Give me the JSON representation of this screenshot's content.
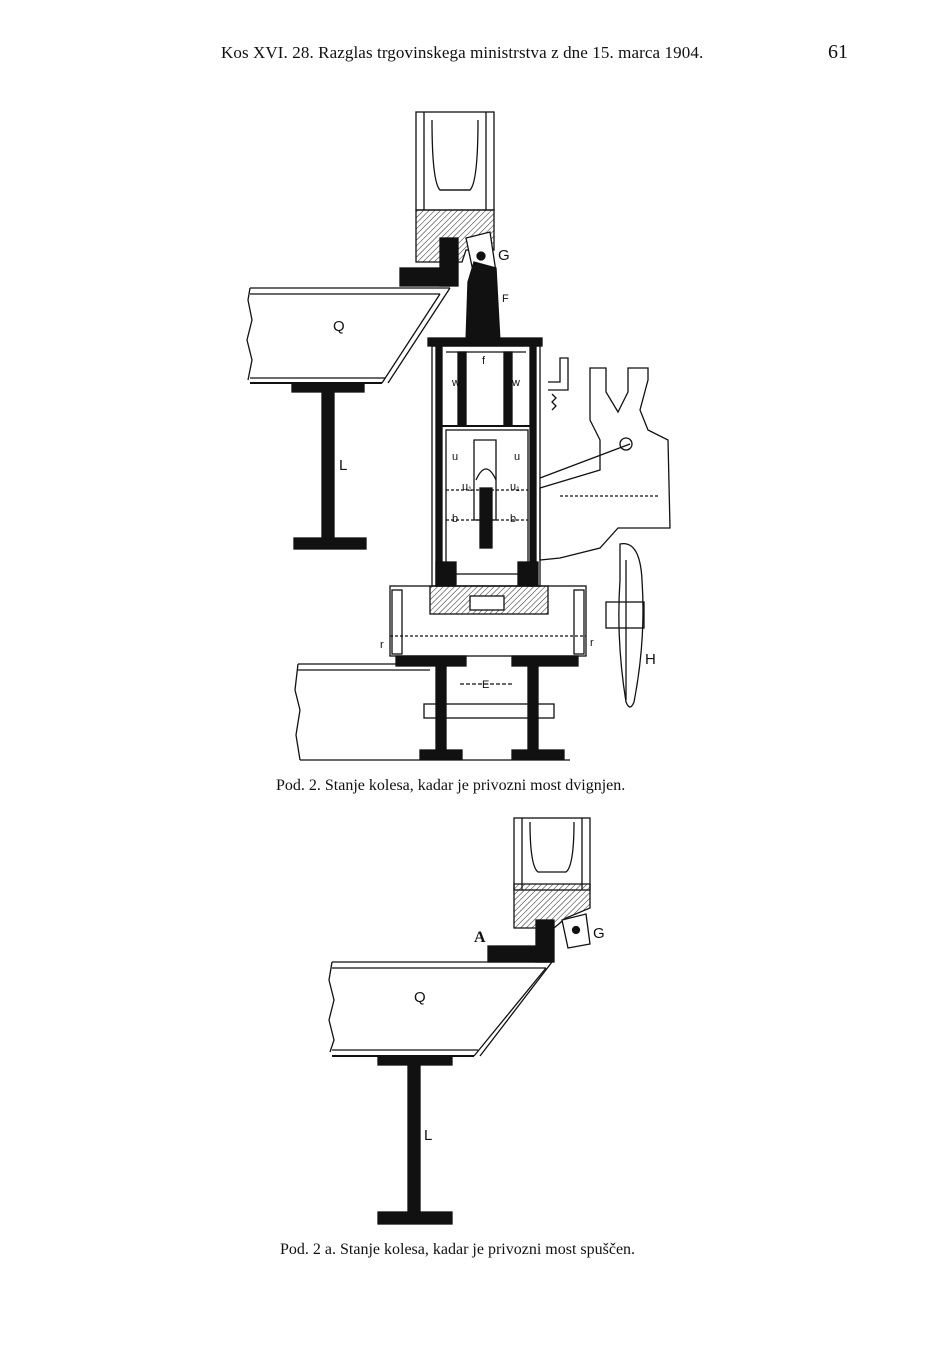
{
  "header": {
    "running_title": "Kos XVI. 28. Razglas trgovinskega ministrstva z dne 15. marca 1904.",
    "page_number": "61"
  },
  "figure1": {
    "caption_prefix": "Pod. 2.",
    "caption_text": "Stanje kolesa, kadar je privozni most dvignjen.",
    "labels": {
      "G": "G",
      "F": "F",
      "Q": "Q",
      "L": "L",
      "f": "f",
      "w_left": "w",
      "w_right": "w",
      "u_left": "u",
      "u_right": "u",
      "u1_left": "u₁",
      "u1_right": "u₁",
      "b_left": "b",
      "b_right": "b",
      "r_left": "r",
      "r_right": "r",
      "E": "E",
      "H": "H"
    }
  },
  "figure2": {
    "caption_prefix": "Pod. 2 a.",
    "caption_text": "Stanje kolesa, kadar je privozni most spuščen.",
    "labels": {
      "A": "A",
      "G": "G",
      "Q": "Q",
      "L": "L"
    }
  }
}
